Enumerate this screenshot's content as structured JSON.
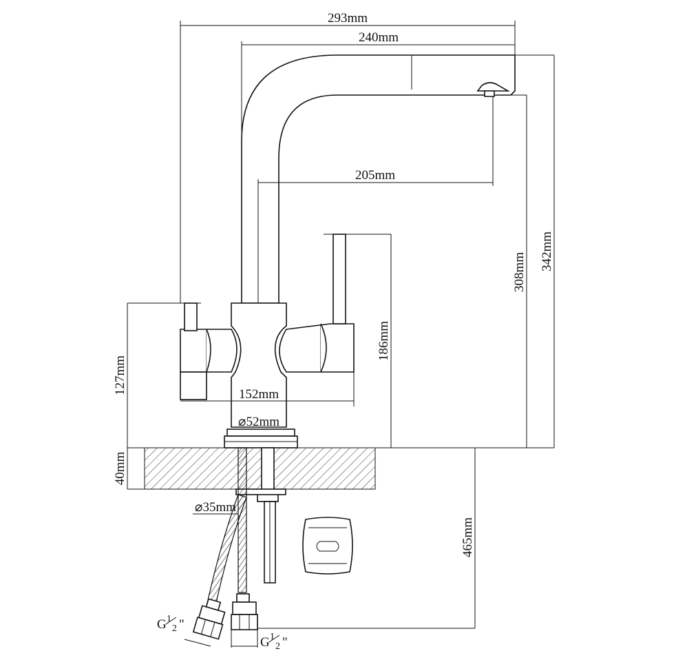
{
  "dimensions": {
    "overall_width": "293mm",
    "spout_reach": "240mm",
    "spout_to_body": "205mm",
    "overall_height": "342mm",
    "spout_height": "308mm",
    "lever_height": "186mm",
    "body_height": "127mm",
    "body_width": "152mm",
    "base_diameter": "⌀52mm",
    "counter_thickness": "40mm",
    "hole_diameter": "⌀35mm",
    "hose_length": "465mm"
  },
  "connectors": {
    "left": {
      "prefix": "G",
      "num": "1",
      "den": "2",
      "suffix": "\""
    },
    "right": {
      "prefix": "G",
      "num": "1",
      "den": "2",
      "suffix": "\""
    }
  },
  "colors": {
    "ink": "#111111",
    "background": "#ffffff"
  }
}
